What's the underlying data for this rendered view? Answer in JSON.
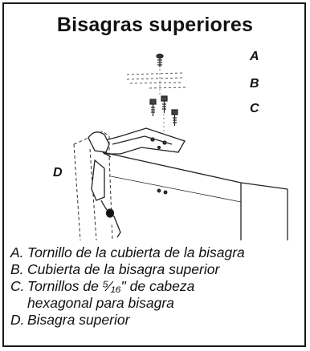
{
  "title": "Bisagras superiores",
  "callouts": {
    "a": "A",
    "b": "B",
    "c": "C",
    "d": "D"
  },
  "captions": [
    {
      "letter": "A.",
      "line1": "Tornillo de la cubierta de la bisagra",
      "line2": ""
    },
    {
      "letter": "B.",
      "line1": "Cubierta de la bisagra superior",
      "line2": ""
    },
    {
      "letter": "C.",
      "line1": "Tornillos de ⁵⁄₁₆\" de cabeza",
      "line2": "hexagonal para bisagra"
    },
    {
      "letter": "D.",
      "line1": "Bisagra superior",
      "line2": ""
    }
  ]
}
